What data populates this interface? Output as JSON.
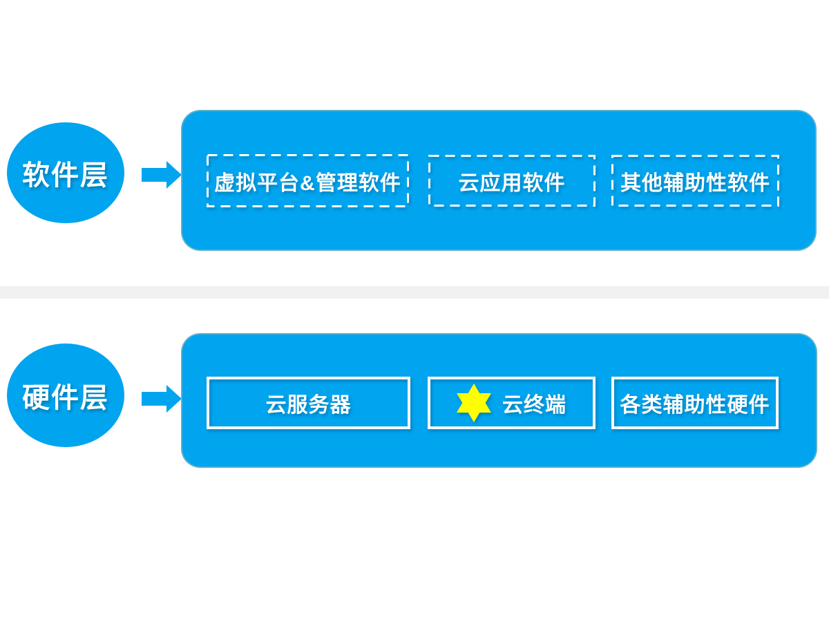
{
  "colors": {
    "primary_blue": "#00A4EF",
    "divider_gray": "#F1F1F1",
    "star_yellow": "#FFFF00",
    "text_white": "#FFFFFF"
  },
  "layers": [
    {
      "name": "software",
      "circle_label": "软件层",
      "arrow_icon": "right-arrow",
      "box_border_style": "dashed",
      "boxes": [
        {
          "label": "虚拟平台&管理软件"
        },
        {
          "label": "云应用软件"
        },
        {
          "label": "其他辅助性软件"
        }
      ]
    },
    {
      "name": "hardware",
      "circle_label": "硬件层",
      "arrow_icon": "right-arrow",
      "box_border_style": "solid",
      "boxes": [
        {
          "label": "云服务器"
        },
        {
          "label": "云终端",
          "icon": "six-pointed-star"
        },
        {
          "label": "各类辅助性硬件"
        }
      ]
    }
  ]
}
